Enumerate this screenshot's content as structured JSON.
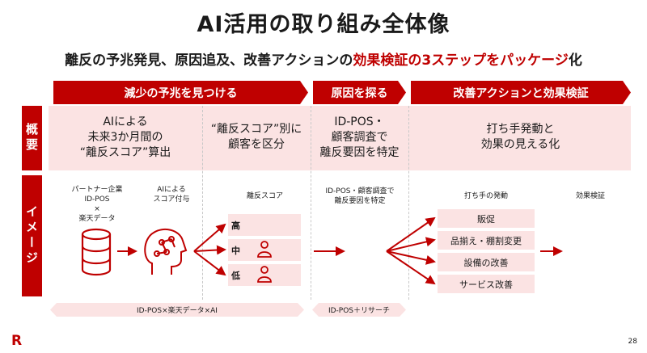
{
  "title": "AI活用の取り組み全体像",
  "subtitle": {
    "part1": "離反の予兆発見、原因追及、改善アクションの",
    "highlight": "効果検証の3ステップをパッケージ",
    "part3": "化"
  },
  "steps": [
    {
      "label": "減少の予兆を見つける"
    },
    {
      "label": "原因を探る"
    },
    {
      "label": "改善アクションと効果検証"
    }
  ],
  "rows": {
    "summary_label": "概要",
    "image_label": "イメージ"
  },
  "summary": {
    "col1": [
      "AIによる",
      "未来3か月間の",
      "“離反スコア”算出"
    ],
    "col2": [
      "“離反スコア”別に",
      "顧客を区分"
    ],
    "col3": [
      "ID-POS・",
      "顧客調査で",
      "離反要因を特定"
    ],
    "col4": [
      "打ち手発動と",
      "効果の見える化"
    ]
  },
  "image_row": {
    "partner": [
      "パートナー企業",
      "ID-POS",
      "×",
      "楽天データ"
    ],
    "ai_score": [
      "AIによる",
      "スコア付与"
    ],
    "score_title": "離反スコア",
    "score_levels": [
      "高",
      "中",
      "低"
    ],
    "cause": [
      "ID-POS・顧客調査で",
      "離反要因を特定"
    ],
    "actions_title": "打ち手の発動",
    "actions": [
      "販促",
      "品揃え・棚割変更",
      "設備の改善",
      "サービス改善"
    ],
    "effect_title": "効果検証"
  },
  "bands": [
    {
      "label": "ID-POS×楽天データ×AI"
    },
    {
      "label": "ID-POS＋リサーチ"
    }
  ],
  "logo": "R",
  "page_number": "28",
  "colors": {
    "brand_red": "#bf0000",
    "light_pink": "#fbe3e3"
  }
}
